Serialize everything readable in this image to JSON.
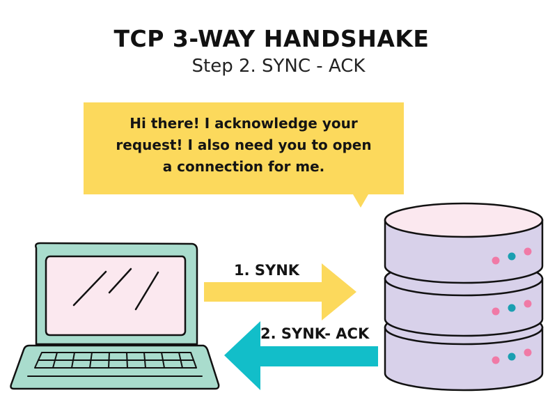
{
  "title": "TCP 3-WAY HANDSHAKE",
  "subtitle": "Step 2. SYNC - ACK",
  "bubble": {
    "lines": [
      "Hi there! I acknowledge your",
      "request! I also need you to open",
      "a connection for me."
    ]
  },
  "arrows": {
    "syn_label": "1. SYNK",
    "synack_label": "2. SYNK- ACK"
  },
  "icons": {
    "laptop": "laptop-icon",
    "server": "server-icon"
  },
  "colors": {
    "yellow": "#fcd95c",
    "teal": "#12bec9",
    "laptop_body": "#a9dccd",
    "laptop_screen": "#fbe8ef",
    "server_body": "#d8d1ea",
    "server_top": "#fbe8ef",
    "dot_pink": "#f07aa6",
    "dot_teal": "#1a9fb1"
  }
}
